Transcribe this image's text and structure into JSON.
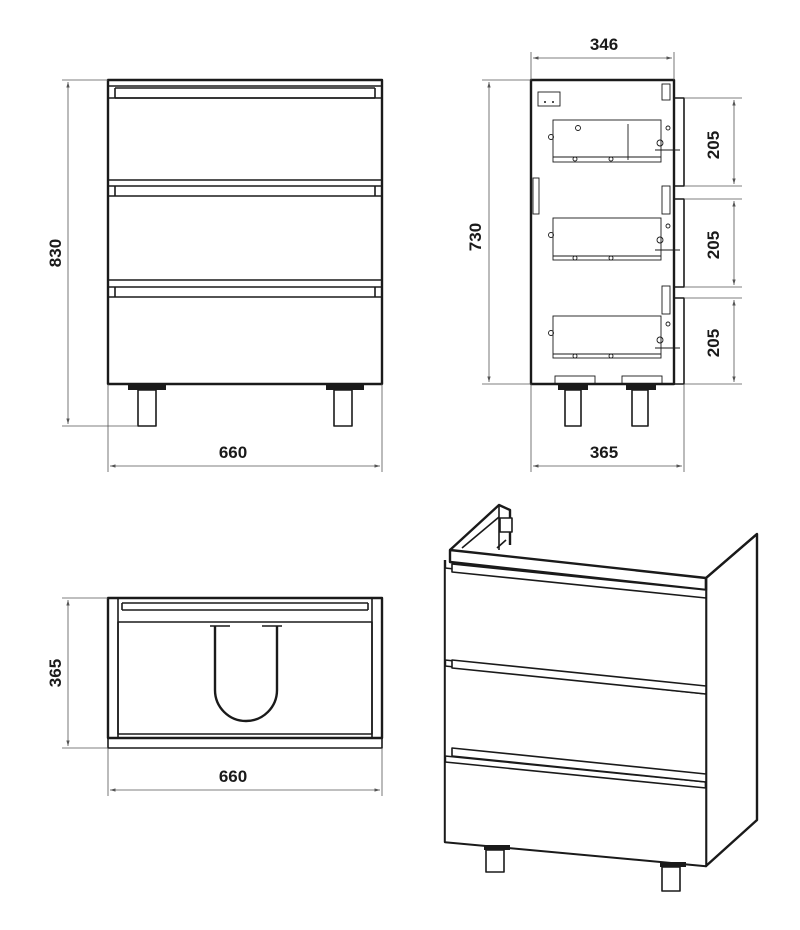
{
  "dimensions": {
    "front_height": "830",
    "front_width": "660",
    "side_top_depth": "346",
    "side_height": "730",
    "side_bottom_depth": "365",
    "drawer_1_height": "205",
    "drawer_2_height": "205",
    "drawer_3_height": "205",
    "top_depth": "365",
    "top_width": "660"
  }
}
